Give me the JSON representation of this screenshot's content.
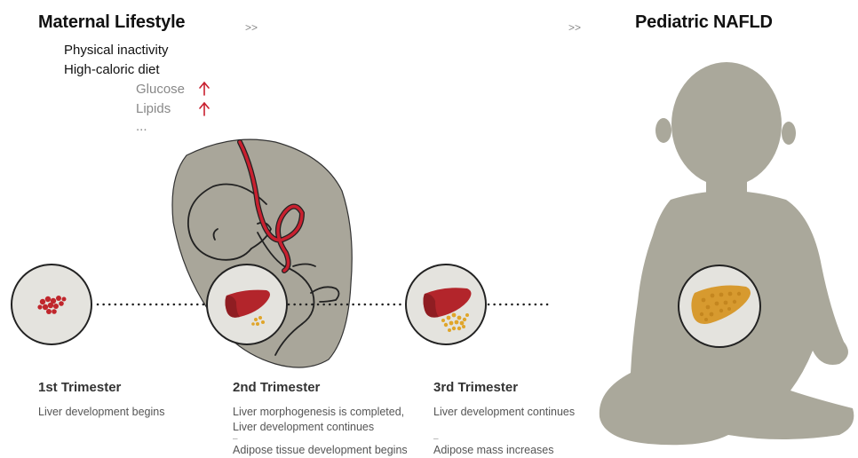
{
  "header": {
    "left_title": "Maternal Lifestyle",
    "right_title": "Pediatric NAFLD",
    "separator_1": ">>",
    "separator_2": ">>"
  },
  "maternal_factors": {
    "items": [
      "Physical inactivity",
      "High-caloric diet"
    ],
    "sub_items": [
      {
        "label": "Glucose",
        "trend": "↑"
      },
      {
        "label": "Lipids",
        "trend": "↑"
      }
    ],
    "ellipsis": "..."
  },
  "trimesters": [
    {
      "title": "1st Trimester",
      "lines": [
        "Liver development begins"
      ],
      "extra": ""
    },
    {
      "title": "2nd Trimester",
      "lines": [
        "Liver morphogenesis is completed,",
        "Liver development continues"
      ],
      "extra_dash": "–",
      "extra": "Adipose tissue development begins"
    },
    {
      "title": "3rd Trimester",
      "lines": [
        "Liver development continues"
      ],
      "extra_dash": "–",
      "extra": "Adipose mass increases"
    }
  ],
  "colors": {
    "silhouette": "#aaa89b",
    "womb": "#a9a69a",
    "circle_fill": "#e4e3de",
    "liver_red": "#c0262c",
    "liver_dark": "#8f1d22",
    "fat_yellow": "#e0a52a",
    "nafld_liver": "#d79a2f",
    "umbilical": "#c8202f"
  }
}
